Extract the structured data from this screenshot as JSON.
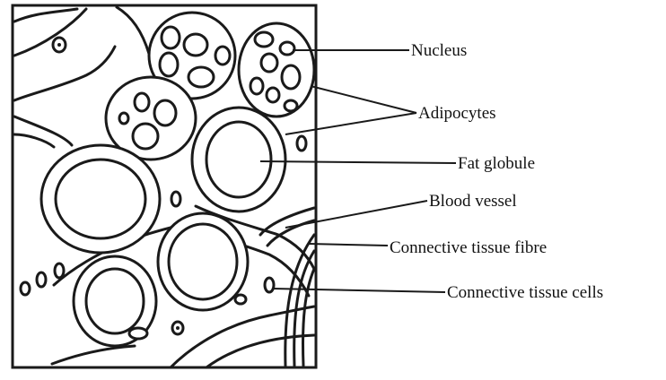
{
  "diagram": {
    "labels": {
      "nucleus": "Nucleus",
      "adipocytes": "Adipocytes",
      "fat_globule": "Fat globule",
      "blood_vessel": "Blood vessel",
      "connective_tissue_fibre": "Connective tissue fibre",
      "connective_tissue_cells": "Connective tissue cells"
    },
    "colors": {
      "ink": "#1a1a1a",
      "background": "#ffffff"
    }
  }
}
